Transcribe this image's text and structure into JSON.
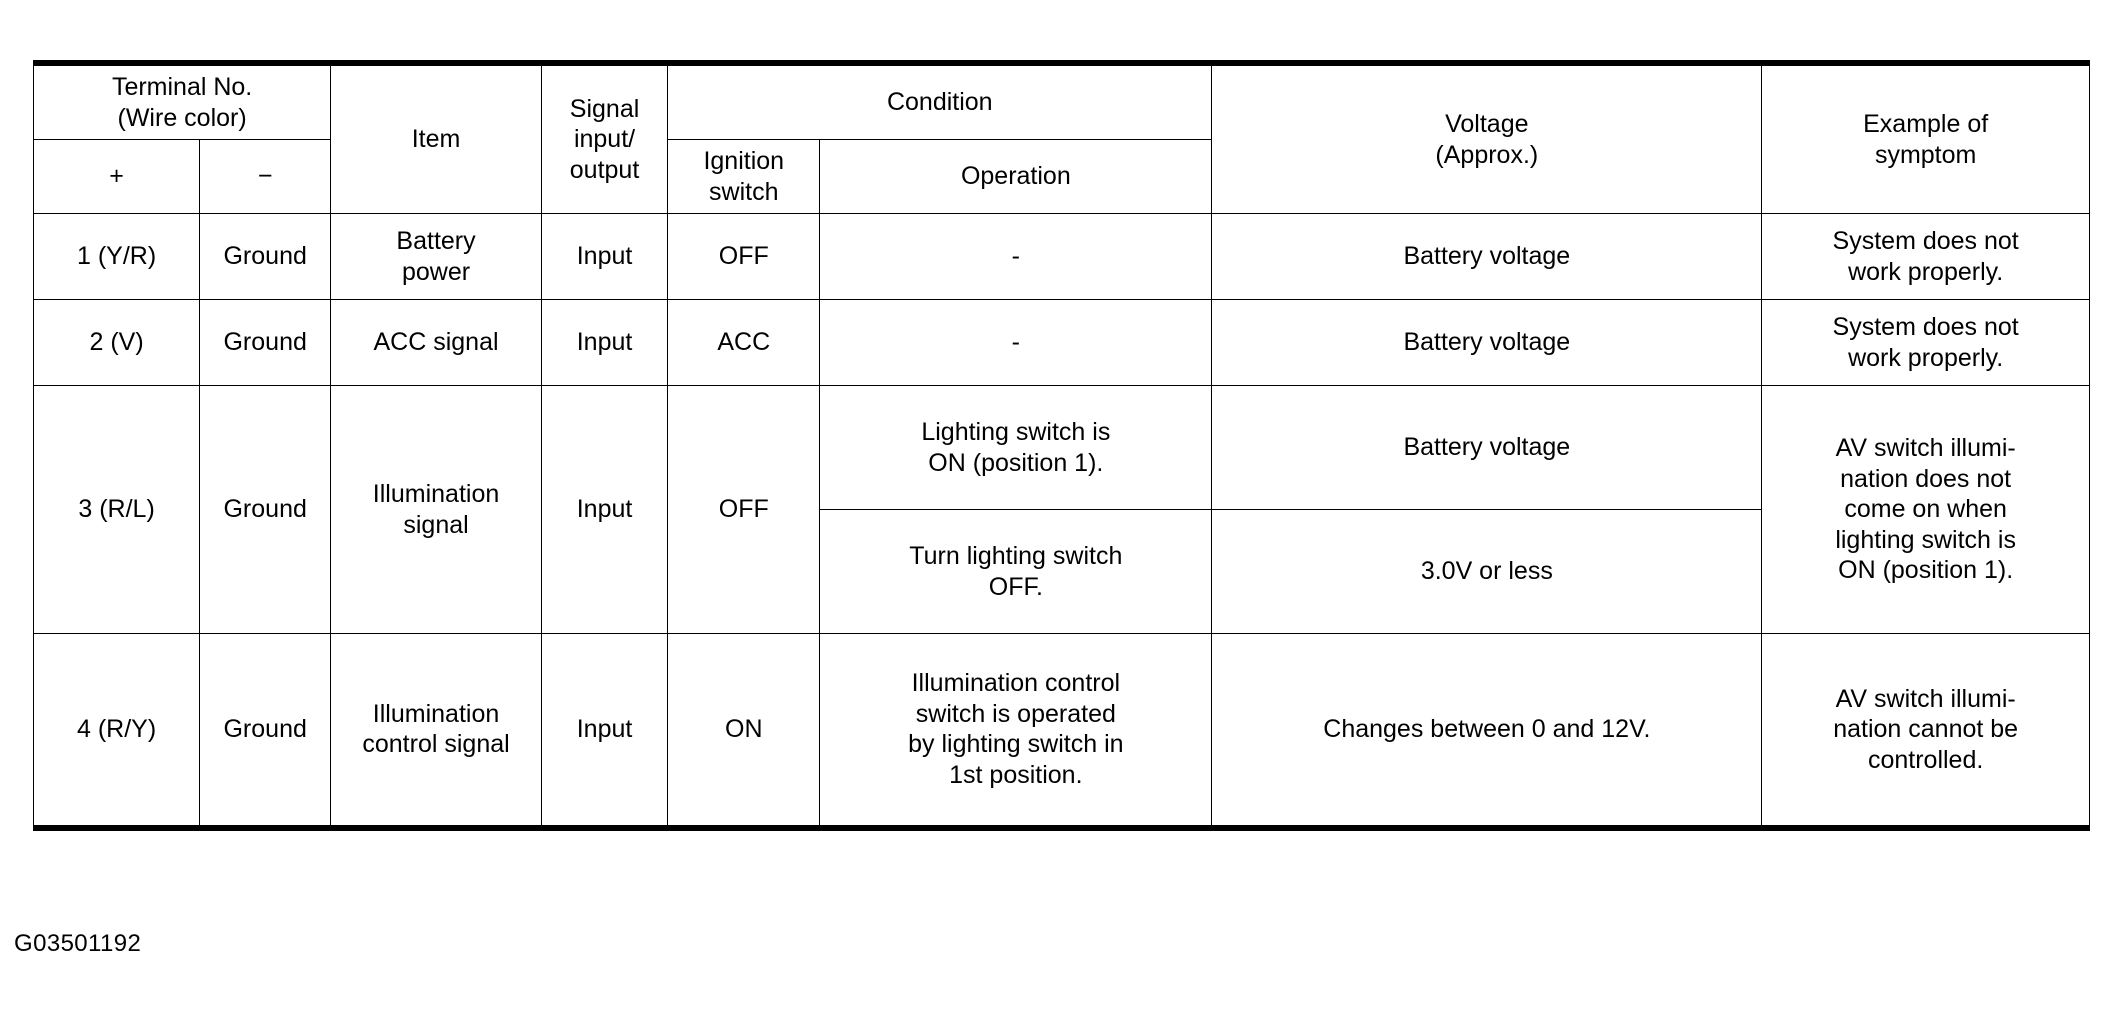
{
  "figure": {
    "code": "G03501192"
  },
  "table": {
    "headers": {
      "terminal_group": "Terminal No.\n(Wire color)",
      "terminal_group_line1": "Terminal No.",
      "terminal_group_line2": "(Wire color)",
      "plus": "+",
      "minus": "−",
      "item": "Item",
      "signal_io_line1": "Signal",
      "signal_io_line2": "input/",
      "signal_io_line3": "output",
      "condition": "Condition",
      "ignition_switch_line1": "Ignition",
      "ignition_switch_line2": "switch",
      "operation": "Operation",
      "voltage_line1": "Voltage",
      "voltage_line2": "(Approx.)",
      "symptom_line1": "Example of",
      "symptom_line2": "symptom"
    },
    "rows": [
      {
        "terminal_plus": "1 (Y/R)",
        "terminal_minus": "Ground",
        "item_line1": "Battery",
        "item_line2": "power",
        "signal_io": "Input",
        "ignition_switch": "OFF",
        "conditions": [
          {
            "operation": "-",
            "voltage": "Battery voltage"
          }
        ],
        "symptom_line1": "System does not",
        "symptom_line2": "work properly."
      },
      {
        "terminal_plus": "2 (V)",
        "terminal_minus": "Ground",
        "item_line1": "ACC signal",
        "item_line2": "",
        "signal_io": "Input",
        "ignition_switch": "ACC",
        "conditions": [
          {
            "operation": "-",
            "voltage": "Battery voltage"
          }
        ],
        "symptom_line1": "System does not",
        "symptom_line2": "work properly."
      },
      {
        "terminal_plus": "3 (R/L)",
        "terminal_minus": "Ground",
        "item_line1": "Illumination",
        "item_line2": "signal",
        "signal_io": "Input",
        "ignition_switch": "OFF",
        "conditions": [
          {
            "operation_line1": "Lighting switch is",
            "operation_line2": "ON (position 1).",
            "voltage": "Battery voltage"
          },
          {
            "operation_line1": "Turn lighting switch",
            "operation_line2": "OFF.",
            "voltage": "3.0V or less"
          }
        ],
        "symptom_line1": "AV switch illumi-",
        "symptom_line2": "nation does not",
        "symptom_line3": "come on when",
        "symptom_line4": "lighting switch is",
        "symptom_line5": "ON (position 1)."
      },
      {
        "terminal_plus": "4 (R/Y)",
        "terminal_minus": "Ground",
        "item_line1": "Illumination",
        "item_line2": "control signal",
        "signal_io": "Input",
        "ignition_switch": "ON",
        "conditions": [
          {
            "operation_line1": "Illumination control",
            "operation_line2": "switch is operated",
            "operation_line3": "by lighting switch in",
            "operation_line4": "1st position.",
            "voltage": "Changes between 0 and 12V."
          }
        ],
        "symptom_line1": "AV switch illumi-",
        "symptom_line2": "nation cannot be",
        "symptom_line3": "controlled."
      }
    ]
  }
}
